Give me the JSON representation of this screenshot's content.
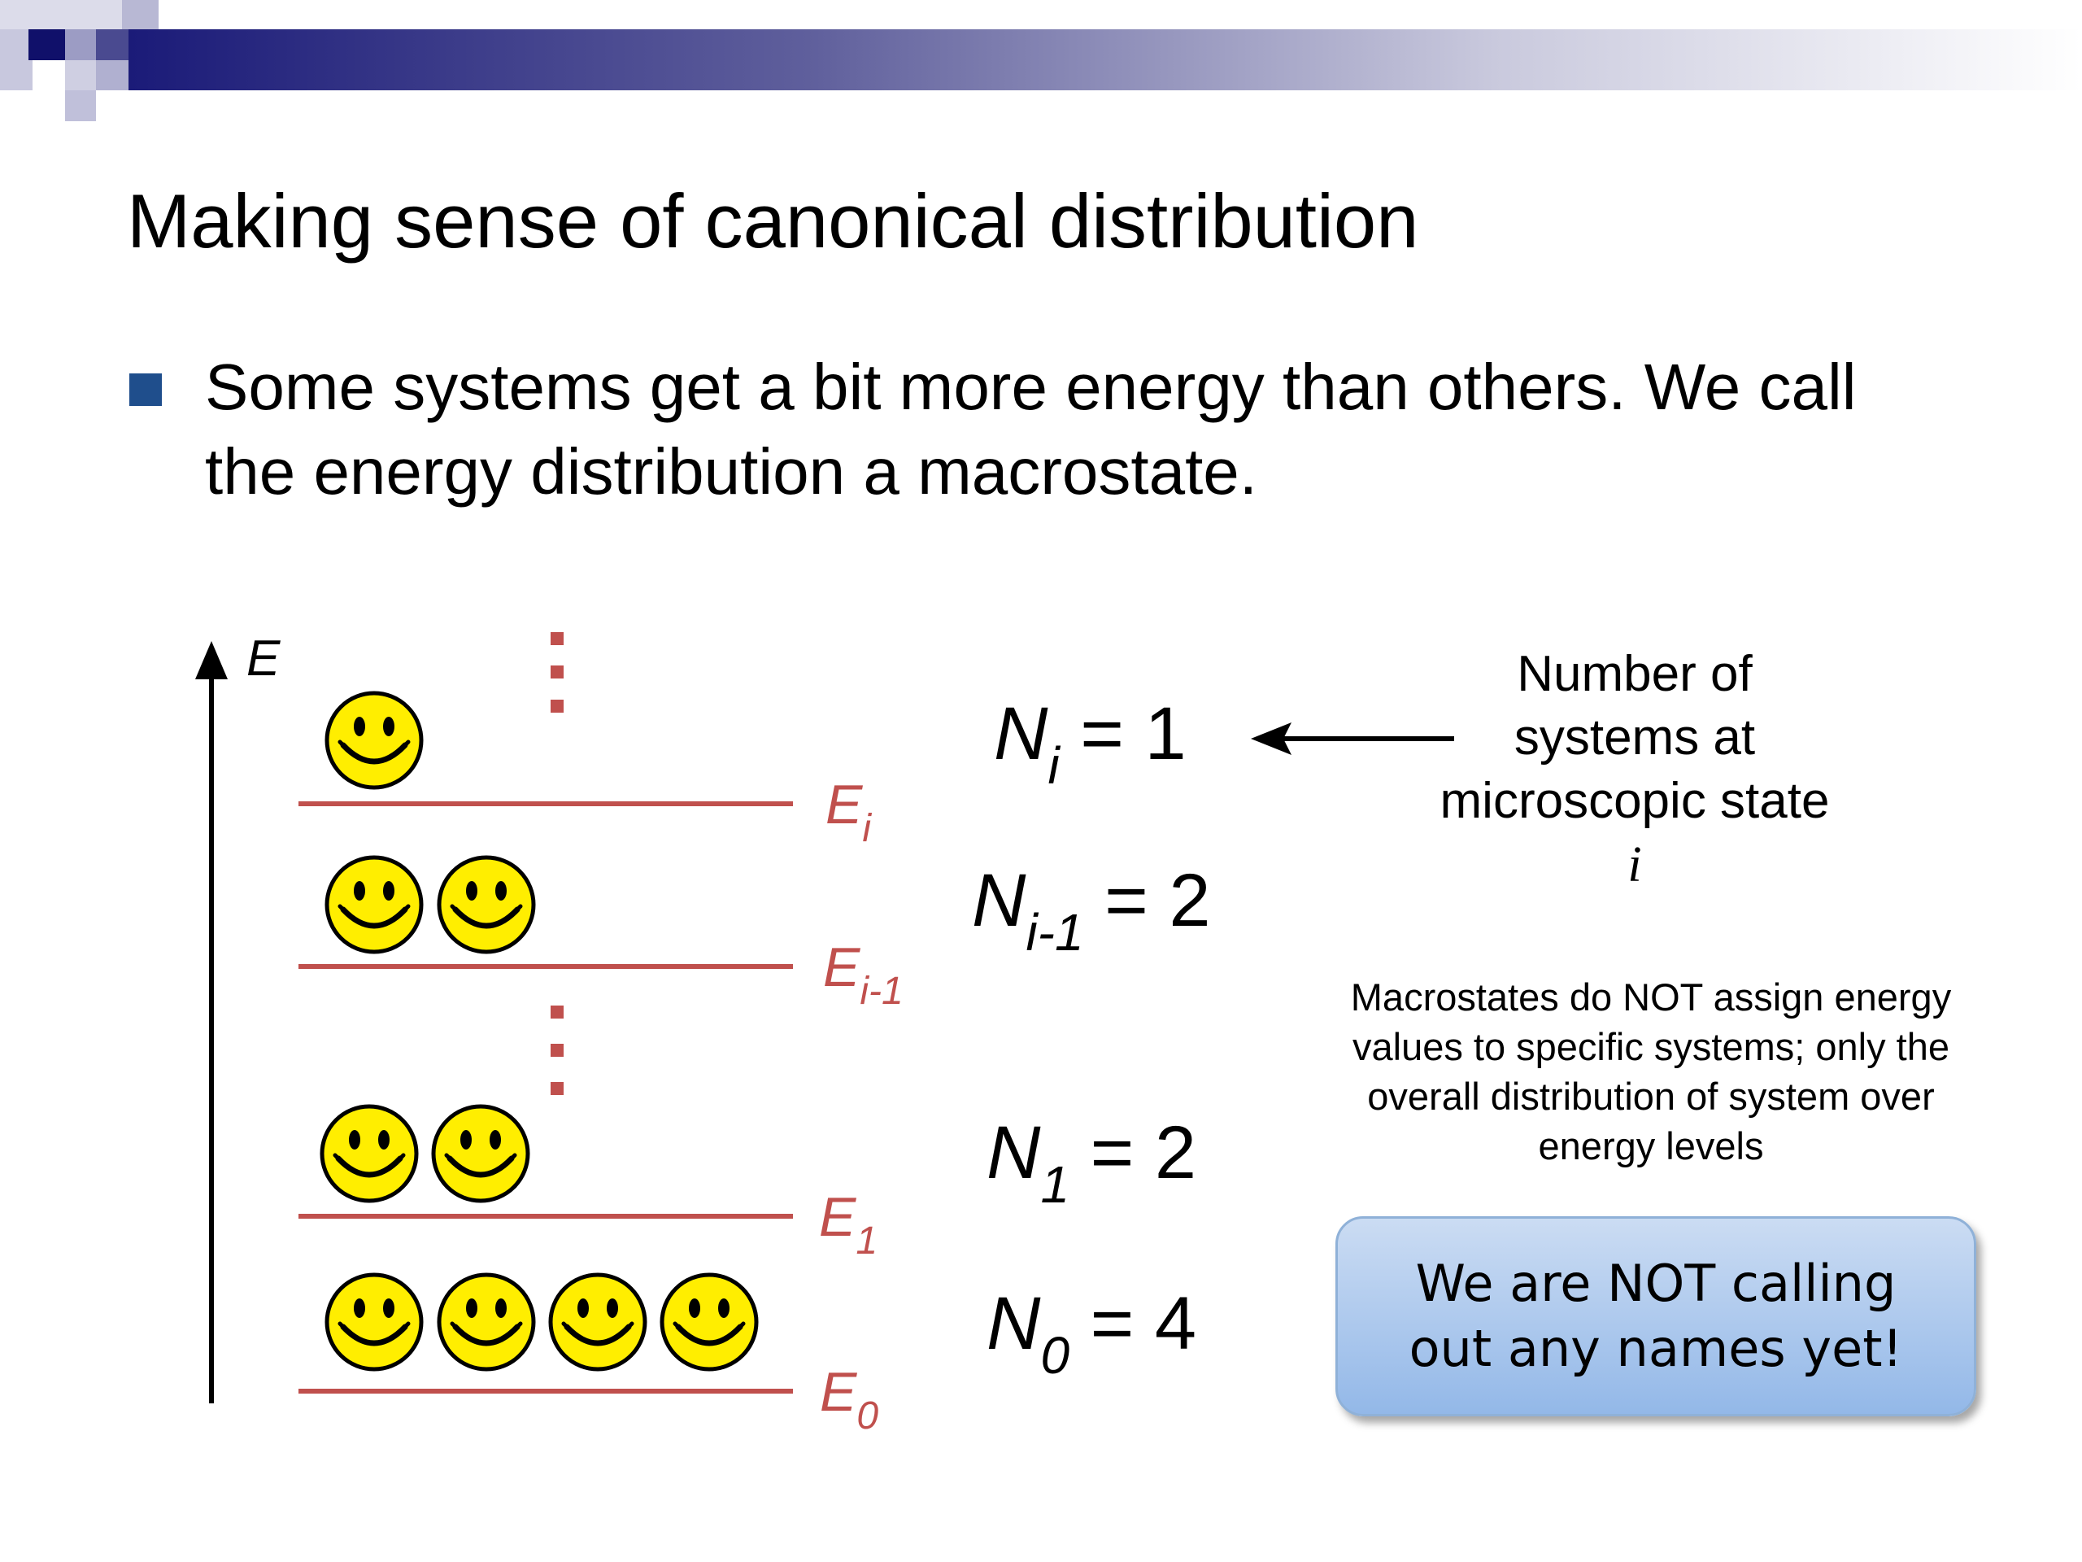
{
  "slide": {
    "title": "Making sense of canonical distribution",
    "bullet": "Some systems get a bit more energy than others. We call the energy distribution a macrostate."
  },
  "diagram": {
    "axis_label": "E",
    "levels": [
      {
        "symbol": "E",
        "subscript": "i",
        "count": 1
      },
      {
        "symbol": "E",
        "subscript": "i-1",
        "count": 2
      },
      {
        "symbol": "E",
        "subscript": "1",
        "count": 2
      },
      {
        "symbol": "E",
        "subscript": "0",
        "count": 4
      }
    ],
    "occupation_numbers": [
      {
        "symbol": "N",
        "subscript": "i",
        "rhs": "= 1"
      },
      {
        "symbol": "N",
        "subscript": "i-1",
        "rhs": "= 2"
      },
      {
        "symbol": "N",
        "subscript": "1",
        "rhs": "= 2"
      },
      {
        "symbol": "N",
        "subscript": "0",
        "rhs": "= 4"
      }
    ],
    "level_color": "#c0504d",
    "smiley_color": "#ffee00"
  },
  "annotations": {
    "number_note_text": "Number of systems at microscopic state",
    "number_note_var": "i",
    "macro_note": "Macrostates do NOT assign energy values to specific systems; only the overall distribution of system over energy levels",
    "callout": "We are NOT calling\nout any names yet!"
  },
  "theme": {
    "bullet_color": "#1f4e8c",
    "header_gradient_start": "#1a1a78",
    "callout_fill": "#a9c6ee"
  }
}
